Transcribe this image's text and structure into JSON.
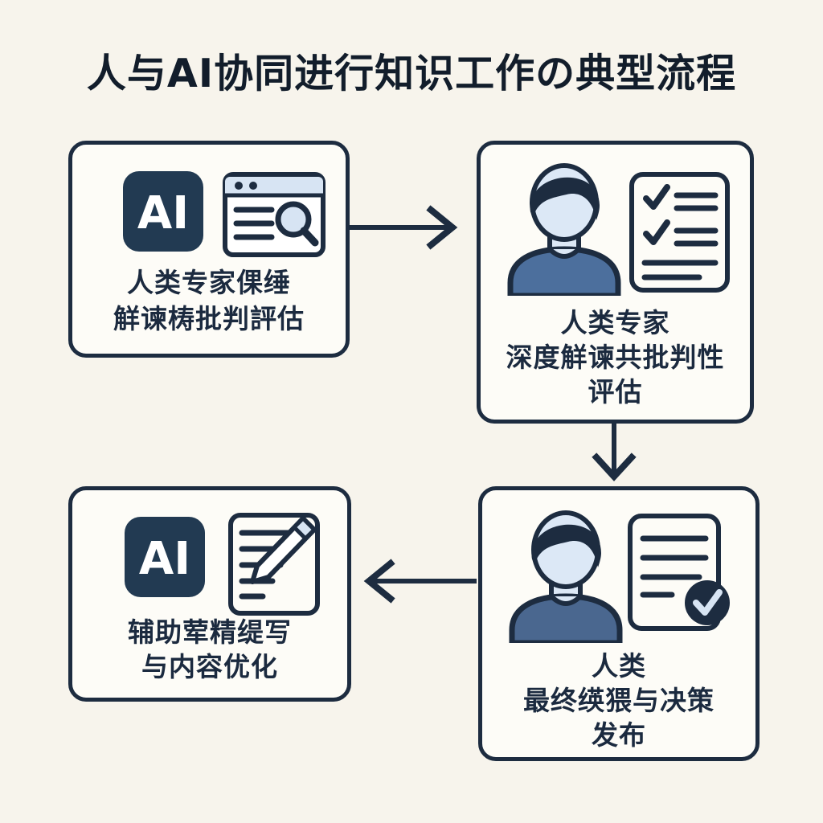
{
  "title": "人与AI协同进行知识工作の典型流程",
  "ai_badge_label": "AI",
  "boxes": [
    {
      "name": "ai-retrieval-summarize",
      "caption_lines": [
        "人类专家倮缍",
        "觧谏梼批判評估"
      ],
      "icons": [
        "ai-badge-icon",
        "browser-search-icon"
      ]
    },
    {
      "name": "human-expert-critical-review",
      "caption_lines": [
        "人类专家",
        "深度觧谏共批判性",
        "评估"
      ],
      "icons": [
        "person-icon",
        "checklist-doc-icon"
      ]
    },
    {
      "name": "human-final-edit-decision",
      "caption_lines": [
        "人类",
        "最终绬猥与决策",
        "发布"
      ],
      "icons": [
        "person-icon",
        "approved-doc-icon"
      ]
    },
    {
      "name": "ai-assisted-writing-optimize",
      "caption_lines": [
        "辅助荤精缇写",
        "与内容优化"
      ],
      "icons": [
        "ai-badge-icon",
        "doc-pencil-icon"
      ]
    }
  ],
  "arrows": [
    {
      "from": "box-1",
      "to": "box-2",
      "direction": "right"
    },
    {
      "from": "box-2",
      "to": "box-3",
      "direction": "down"
    },
    {
      "from": "box-3",
      "to": "box-4",
      "direction": "left"
    }
  ],
  "colors": {
    "background": "#f7f4ec",
    "box_background": "#fdfcf7",
    "outline_navy": "#1d2c40",
    "light_blue": "#d7e4f3",
    "shirt_blue": "#4c6f9d",
    "title_text": "#121d2b"
  }
}
